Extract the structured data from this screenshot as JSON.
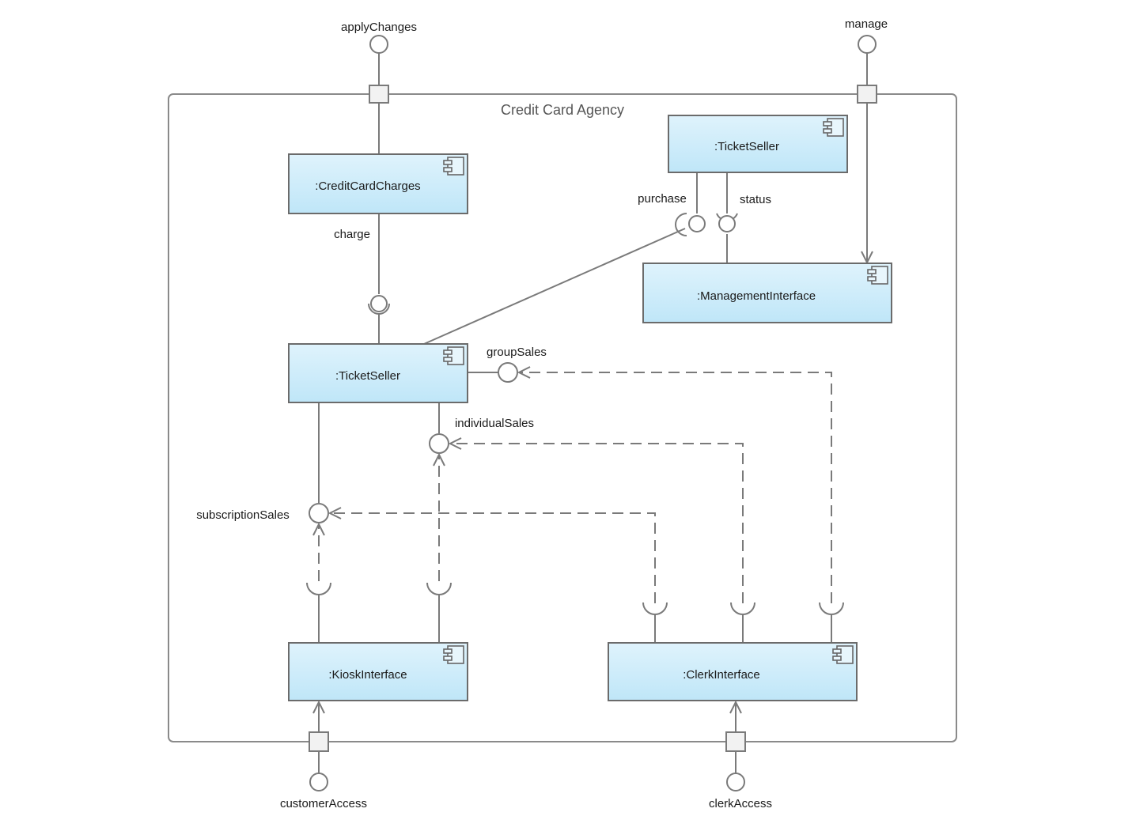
{
  "diagram": {
    "title": "Credit Card Agency",
    "components": {
      "credit_card_charges": ":CreditCardCharges",
      "ticket_seller_top": ":TicketSeller",
      "management_interface": ":ManagementInterface",
      "ticket_seller_main": ":TicketSeller",
      "kiosk_interface": ":KioskInterface",
      "clerk_interface": ":ClerkInterface"
    },
    "interfaces": {
      "apply_changes": "applyChanges",
      "manage": "manage",
      "charge": "charge",
      "purchase": "purchase",
      "status": "status",
      "group_sales": "groupSales",
      "individual_sales": "individualSales",
      "subscription_sales": "subscriptionSales",
      "customer_access": "customerAccess",
      "clerk_access": "clerkAccess"
    },
    "icons": {
      "component": "component-icon",
      "port": "port-square",
      "provided_interface": "lollipop-circle",
      "required_interface": "socket-arc"
    },
    "colors": {
      "component_fill_top": "#dff3fc",
      "component_fill_bottom": "#bfe6f8",
      "line": "#7a7a7a"
    }
  }
}
